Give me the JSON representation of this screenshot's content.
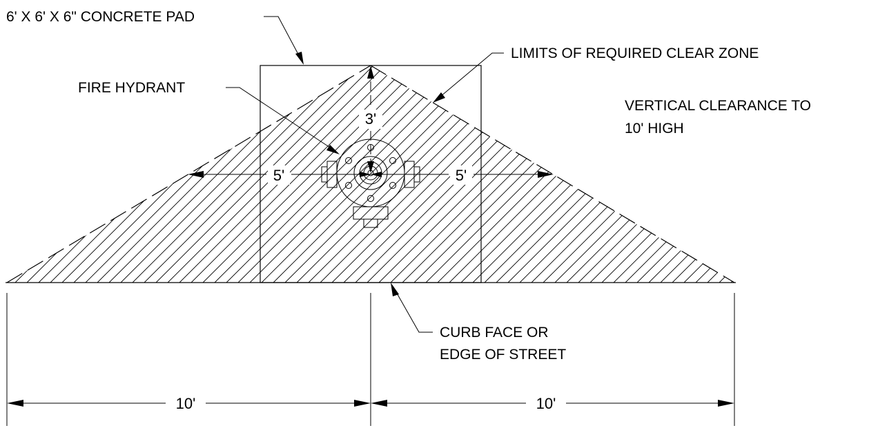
{
  "labels": {
    "concrete_pad": "6' X 6' X 6\" CONCRETE PAD",
    "clear_zone": "LIMITS OF REQUIRED CLEAR ZONE",
    "fire_hydrant": "FIRE HYDRANT",
    "vertical_clearance_line1": "VERTICAL CLEARANCE TO",
    "vertical_clearance_line2": "10' HIGH",
    "curb_line1": "CURB FACE OR",
    "curb_line2": "EDGE OF STREET"
  },
  "dimensions": {
    "up": "3'",
    "left": "5'",
    "right": "5'",
    "bottom_left": "10'",
    "bottom_right": "10'"
  },
  "icons": [
    "fire-hydrant-icon",
    "arrow-icon"
  ],
  "colors": {
    "line": "#000000",
    "background": "#ffffff"
  }
}
